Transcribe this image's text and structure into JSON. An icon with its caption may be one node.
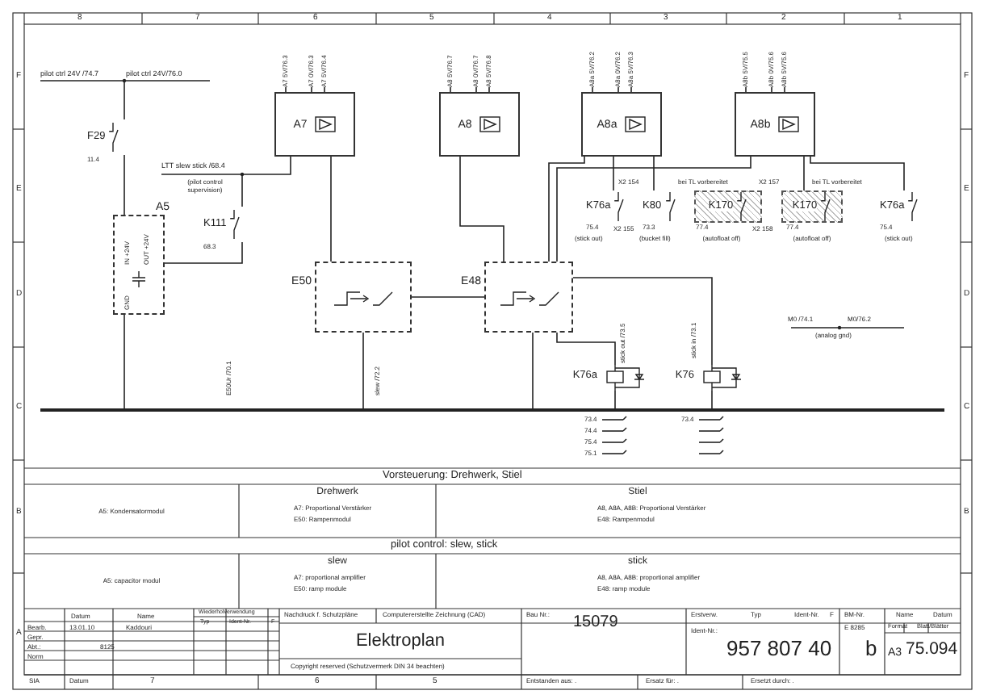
{
  "diagram": {
    "nodes": [
      {
        "text": [
          "F29"
        ],
        "beside": [
          "11.4"
        ]
      },
      {
        "text": [
          "A5",
          "IN +24V",
          "OUT +24V",
          "GND"
        ]
      },
      {
        "text": [
          "K111"
        ],
        "beside": [
          "68.3"
        ]
      },
      {
        "text": [
          "A7"
        ],
        "beside": [
          "A7 5V/76.3",
          "A7 0V/76.3",
          "A7 5V/76.4"
        ]
      },
      {
        "text": [
          "A8"
        ],
        "beside": [
          "A8 5V/76.7",
          "A8 0V/76.7",
          "A8 5V/76.8"
        ]
      },
      {
        "text": [
          "A8a"
        ],
        "beside": [
          "A8a 5V/76.2",
          "A8a 0V/76.2",
          "A8a 5V/76.3"
        ]
      },
      {
        "text": [
          "A8b"
        ],
        "beside": [
          "A8b 5V/75.5",
          "A8b 0V/75.6",
          "A8b 5V/75.6"
        ]
      },
      {
        "text": [
          "E50"
        ]
      },
      {
        "text": [
          "E48"
        ]
      },
      {
        "text": [
          "K76a"
        ],
        "beside": [
          "75.4"
        ]
      },
      {
        "text": [
          "K80"
        ],
        "beside": [
          "73.3"
        ]
      },
      {
        "text": [
          "K170"
        ],
        "beside": [
          "77.4"
        ]
      },
      {
        "text": [
          "K170"
        ],
        "beside": [
          "77.4"
        ]
      },
      {
        "text": [
          "K76a"
        ],
        "beside": [
          "75.4"
        ]
      },
      {
        "text": [
          "K76a"
        ],
        "beside": [
          "stick out /73.5"
        ]
      },
      {
        "text": [
          "K76"
        ],
        "beside": [
          "stick in /73.1"
        ]
      },
      {
        "text": [],
        "shape": "bar"
      }
    ],
    "edges": [
      {
        "from": 0,
        "to": 1,
        "arrow": "none"
      },
      {
        "from": 1,
        "to": 2,
        "arrow": "none"
      },
      {
        "from": 2,
        "to": 3,
        "arrow": "none"
      },
      {
        "from": 3,
        "to": 7,
        "arrow": "none"
      },
      {
        "from": 4,
        "to": 8,
        "arrow": "none"
      },
      {
        "from": 5,
        "to": 8,
        "arrow": "none"
      },
      {
        "from": 6,
        "to": 8,
        "arrow": "none"
      },
      {
        "from": 7,
        "to": 8,
        "arrow": "none"
      },
      {
        "from": 9,
        "to": 5,
        "arrow": "none"
      },
      {
        "from": 10,
        "to": 5,
        "arrow": "none"
      },
      {
        "from": 12,
        "to": 6,
        "arrow": "none"
      },
      {
        "from": 13,
        "to": 6,
        "arrow": "none"
      },
      {
        "from": 8,
        "to": 14,
        "arrow": "none"
      },
      {
        "from": 8,
        "to": 15,
        "arrow": "none"
      },
      {
        "from": 1,
        "to": 16,
        "arrow": "none"
      },
      {
        "from": 7,
        "to": 16,
        "arrow": "none"
      },
      {
        "from": 8,
        "to": 16,
        "arrow": "none"
      },
      {
        "from": 14,
        "to": 16,
        "arrow": "none"
      },
      {
        "from": 15,
        "to": 16,
        "arrow": "none"
      }
    ],
    "labels": [
      "8",
      "7",
      "6",
      "5",
      "4",
      "3",
      "2",
      "1",
      "F",
      "E",
      "D",
      "C",
      "B",
      "A",
      "F",
      "E",
      "D",
      "C",
      "B",
      "pilot ctrl 24V /74.7",
      "pilot ctrl 24V/76.0",
      "LTT slew stick /68.4",
      "(pilot control supervision)",
      "X2 154",
      "bei TL vorbereitet",
      "X2 157",
      "bei TL vorbereitet",
      "X2 155",
      "X2 158",
      "(stick out)",
      "(bucket fill)",
      "(autofloat off)",
      "(autofloat off)",
      "(stick out)",
      "M0 /74.1",
      "M0/76.2",
      "(analog gnd)",
      "E50Ur /70.1",
      "slew /72.2",
      "73.4",
      "74.4",
      "75.4",
      "75.1",
      "73.4",
      "Vorsteuerung: Drehwerk, Stiel",
      "A5: Kondensatormodul",
      "Drehwerk",
      "A7: Proportional Verstärker",
      "E50: Rampenmodul",
      "Stiel",
      "A8, A8A, A8B: Proportional Verstärker",
      "E48: Rampenmodul",
      "pilot control: slew, stick",
      "A5: capacitor modul",
      "slew",
      "A7: proportional amplifier",
      "E50: ramp module",
      "stick",
      "A8, A8A, A8B: proportional amplifier",
      "E48: ramp module",
      "Datum",
      "Name",
      "Wiederholverwendung",
      "Typ",
      "Ident-Nr.",
      "F",
      "Bearb.",
      "13.01.10",
      "Kaddouri",
      "Gepr.",
      "Abt.:",
      "8125",
      "Norm",
      "Nachdruck f. Schutzpläne",
      "Computererstellte Zeichnung (CAD)",
      "Elektroplan",
      "Copyright reserved (Schutzvermerk DIN 34 beachten)",
      "Bau Nr.:",
      "15079",
      "Erstverw.",
      "Typ",
      "Ident-Nr.",
      "F",
      "BM-Nr.",
      "Name",
      "Datum",
      "E 8285",
      "Ident-Nr.:",
      "957 807 40",
      "b",
      "Format",
      "Blatt/Blätter",
      "A3",
      "75.094",
      "SIA",
      "Datum",
      "7",
      "6",
      "5",
      "Entstanden aus: .",
      "Ersatz für: .",
      "Ersetzt durch: ."
    ]
  }
}
